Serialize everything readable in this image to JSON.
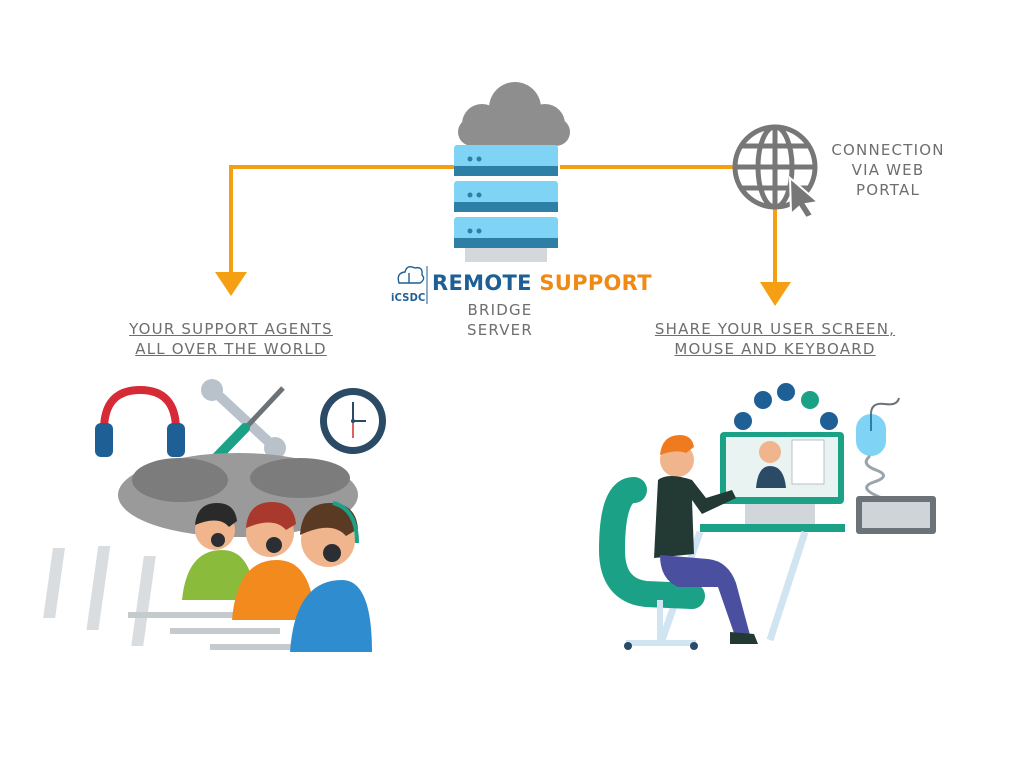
{
  "server": {
    "brand_prefix": "REMOTE",
    "brand_suffix": "SUPPORT",
    "brand_logo_text": "iCSDC",
    "caption_line1": "BRIDGE",
    "caption_line2": "SERVER"
  },
  "portal": {
    "line1": "CONNECTION",
    "line2": "VIA WEB",
    "line3": "PORTAL"
  },
  "agents": {
    "line1": "YOUR SUPPORT AGENTS",
    "line2": "ALL OVER THE WORLD"
  },
  "user": {
    "line1": "SHARE YOUR USER SCREEN,",
    "line2": "MOUSE AND KEYBOARD"
  },
  "colors": {
    "connector": "#f5a012",
    "brand_blue": "#1e5f96",
    "brand_orange": "#f08a12",
    "server_blue": "#7fd3f5",
    "server_dark": "#2d7fa6",
    "cloud": "#8e8e8e",
    "globe": "#777777",
    "chair": "#1aa186"
  }
}
